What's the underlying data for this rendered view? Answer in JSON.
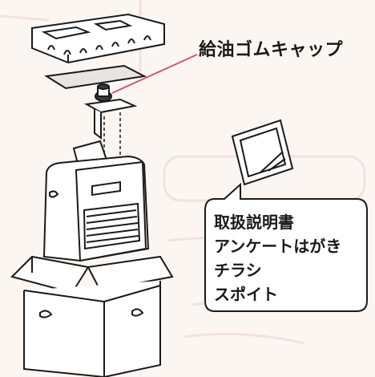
{
  "callout": {
    "label": "給油ゴムキャップ"
  },
  "contents": {
    "items": [
      "取扱説明書",
      "アンケートはがき",
      "チラシ",
      "スポイト"
    ]
  },
  "colors": {
    "leader_line": "#e0506a",
    "ink": "#1a1a1a",
    "background_text": "#e3b8bd"
  }
}
